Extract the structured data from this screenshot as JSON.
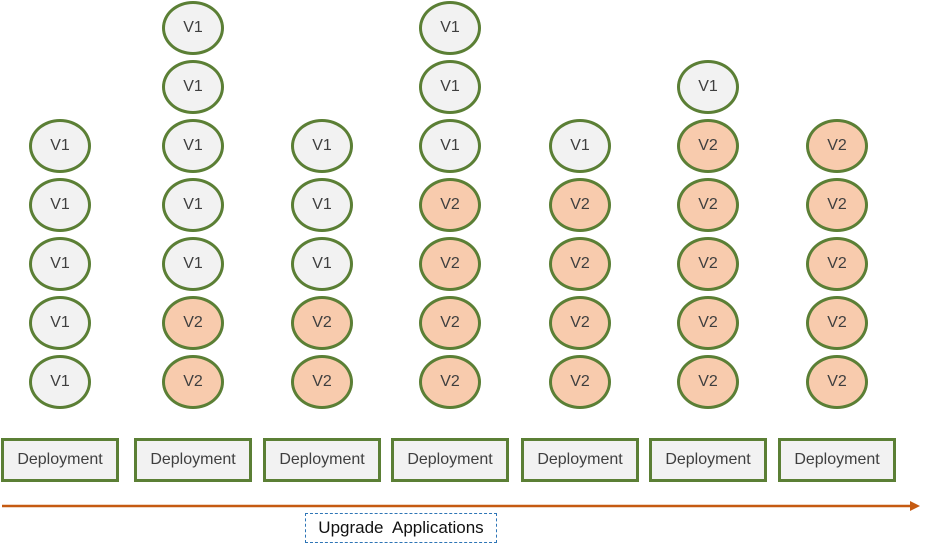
{
  "colors": {
    "pod_border": "#5b7f35",
    "v1_fill": "#f2f2f2",
    "v2_fill": "#f8cbad",
    "arrow": "#c55a11",
    "label_border": "#2e75b6"
  },
  "stages": [
    {
      "deployment_label": "Deployment",
      "pods": [
        "V1",
        "V1",
        "V1",
        "V1",
        "V1"
      ]
    },
    {
      "deployment_label": "Deployment",
      "pods": [
        "V1",
        "V1",
        "V1",
        "V1",
        "V1",
        "V2",
        "V2"
      ]
    },
    {
      "deployment_label": "Deployment",
      "pods": [
        "V1",
        "V1",
        "V1",
        "V2",
        "V2"
      ]
    },
    {
      "deployment_label": "Deployment",
      "pods": [
        "V1",
        "V1",
        "V1",
        "V2",
        "V2",
        "V2",
        "V2"
      ]
    },
    {
      "deployment_label": "Deployment",
      "pods": [
        "V1",
        "V2",
        "V2",
        "V2",
        "V2"
      ]
    },
    {
      "deployment_label": "Deployment",
      "pods": [
        "V1",
        "V2",
        "V2",
        "V2",
        "V2",
        "V2"
      ]
    },
    {
      "deployment_label": "Deployment",
      "pods": [
        "V2",
        "V2",
        "V2",
        "V2",
        "V2"
      ]
    }
  ],
  "timeline": {
    "label": "Upgrade  Applications"
  }
}
